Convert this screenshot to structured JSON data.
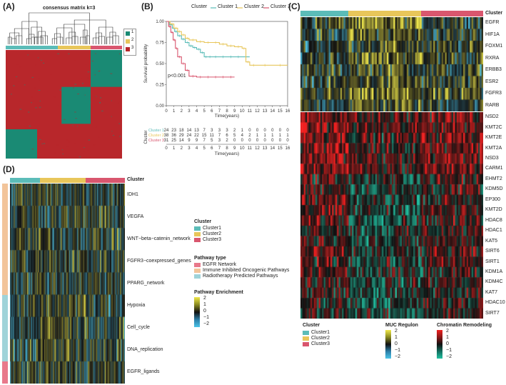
{
  "colors": {
    "cluster1": "#5bbcb8",
    "cluster2": "#e8c65a",
    "cluster3": "#d9566e",
    "consensus_red": "#b8272b",
    "consensus_teal": "#1a8a74",
    "pathway_egfr": "#e8798b",
    "pathway_immune": "#f2c49a",
    "pathway_radio": "#9fd3d9"
  },
  "panelA": {
    "label": "(A)",
    "title": "consensus matrix k=3",
    "legend": [
      "1",
      "2",
      "3"
    ]
  },
  "panelB": {
    "label": "(B)",
    "legend_title": "Cluster",
    "legend": [
      "Cluster 1",
      "Cluster 2",
      "Cluster 3"
    ],
    "ylabel": "Survival probability",
    "xlabel": "Time(years)",
    "pvalue": "p<0.001",
    "risk_ylabel": "Cluster",
    "risk_rows": [
      "Cluster 1",
      "Cluster 2",
      "Cluster 3"
    ],
    "risk_xlabel": "Time(years)"
  },
  "panelC": {
    "label": "(C)",
    "cluster_label": "Cluster",
    "muc_genes": [
      "EGFR",
      "HIF1A",
      "FOXM1",
      "RXRA",
      "ERBB3",
      "ESR2",
      "FGFR3",
      "RARB"
    ],
    "chrom_genes": [
      "NSD2",
      "KMT2C",
      "KMT2E",
      "KMT2A",
      "NSD3",
      "CARM1",
      "EHMT2",
      "KDM5D",
      "EP300",
      "KMT2D",
      "HDAC8",
      "HDAC1",
      "KAT5",
      "SIRT6",
      "SIRT1",
      "KDM1A",
      "KDM4C",
      "KAT7",
      "HDAC10",
      "SIRT7"
    ],
    "legend_cluster_title": "Cluster",
    "legend_cluster": [
      "Cluster1",
      "Cluster2",
      "Cluster3"
    ],
    "legend_muc_title": "MUC Regulon",
    "legend_muc_ticks": [
      "2",
      "1",
      "0",
      "−1",
      "−2"
    ],
    "legend_chrom_title": "Chromatin Remodeling",
    "legend_chrom_ticks": [
      "2",
      "1",
      "0",
      "−1",
      "−2"
    ]
  },
  "panelD": {
    "label": "(D)",
    "cluster_label": "Cluster",
    "pathways": [
      "IDH1",
      "VEGFA",
      "WNT−beta−catenin_network",
      "FGFR3−coexpressed_genes",
      "PPARG_network",
      "Hypoxia",
      "Cell_cycle",
      "DNA_replication",
      "EGFR_ligands"
    ],
    "pathway_types": [
      "immune",
      "immune",
      "immune",
      "immune",
      "immune",
      "radio",
      "radio",
      "radio",
      "egfr"
    ],
    "legend_cluster_title": "Cluster",
    "legend_cluster": [
      "Cluster1",
      "Cluster2",
      "Cluster3"
    ],
    "legend_type_title": "Pathway type",
    "legend_type": [
      "EGFR Network",
      "Immune Inhibited Oncogenic Pathways",
      "Radiotherapy Predicted Pathways"
    ],
    "legend_enrich_title": "Pathway Enrichment",
    "legend_enrich_ticks": [
      "2",
      "1",
      "0",
      "−1",
      "−2"
    ]
  },
  "chart_data": [
    {
      "type": "line",
      "subtype": "kaplan-meier",
      "xlabel": "Time(years)",
      "ylabel": "Survival probability",
      "xlim": [
        0,
        16
      ],
      "ylim": [
        0,
        1
      ],
      "x_ticks": [
        0,
        1,
        2,
        3,
        4,
        5,
        6,
        7,
        8,
        9,
        10,
        11,
        12,
        13,
        14,
        15,
        16
      ],
      "y_ticks": [
        "0.00",
        "0.25",
        "0.50",
        "0.75",
        "1.00"
      ],
      "annotation": "p<0.001",
      "legend_position": "top",
      "series": [
        {
          "name": "Cluster 1",
          "color": "#5bbcb8",
          "x": [
            0,
            0.4,
            0.8,
            1.1,
            1.5,
            2.0,
            2.5,
            3.0,
            3.5,
            4.0,
            4.5,
            5.0,
            5.5,
            6.0,
            7.0,
            8.0,
            9.0,
            10.0,
            11.0
          ],
          "y": [
            1.0,
            0.96,
            0.92,
            0.88,
            0.83,
            0.79,
            0.75,
            0.71,
            0.69,
            0.67,
            0.63,
            0.58,
            0.58,
            0.58,
            0.58,
            0.58,
            0.58,
            0.58,
            0.58
          ]
        },
        {
          "name": "Cluster 2",
          "color": "#e8c65a",
          "x": [
            0,
            0.5,
            1.0,
            1.5,
            2.0,
            2.5,
            3.0,
            4.0,
            5.0,
            6.0,
            7.0,
            8.0,
            9.0,
            10.0,
            10.5,
            11.0,
            12.0,
            14.0,
            16.0
          ],
          "y": [
            1.0,
            0.97,
            0.92,
            0.88,
            0.84,
            0.8,
            0.78,
            0.76,
            0.75,
            0.75,
            0.73,
            0.71,
            0.7,
            0.68,
            0.52,
            0.48,
            0.48,
            0.48,
            0.48
          ]
        },
        {
          "name": "Cluster 3",
          "color": "#d9566e",
          "x": [
            0,
            0.3,
            0.6,
            0.9,
            1.2,
            1.5,
            2.0,
            2.5,
            3.0,
            4.0,
            5.0,
            6.0,
            7.0,
            8.0,
            9.0
          ],
          "y": [
            1.0,
            0.94,
            0.87,
            0.78,
            0.68,
            0.58,
            0.5,
            0.42,
            0.35,
            0.34,
            0.34,
            0.34,
            0.34,
            0.34,
            0.34
          ]
        }
      ]
    },
    {
      "type": "table",
      "title": "",
      "row_label": "Cluster",
      "xlabel": "Time(years)",
      "columns": [
        0,
        1,
        2,
        3,
        4,
        5,
        6,
        7,
        8,
        9,
        10,
        11,
        12,
        13,
        14,
        15,
        16
      ],
      "rows": [
        {
          "name": "Cluster 1",
          "values": [
            24,
            23,
            18,
            14,
            13,
            7,
            3,
            3,
            3,
            2,
            1,
            0,
            0,
            0,
            0,
            0,
            0
          ]
        },
        {
          "name": "Cluster 2",
          "values": [
            38,
            36,
            29,
            24,
            22,
            15,
            11,
            7,
            6,
            5,
            4,
            2,
            1,
            1,
            1,
            1,
            1
          ]
        },
        {
          "name": "Cluster 3",
          "values": [
            31,
            25,
            14,
            9,
            9,
            7,
            5,
            3,
            2,
            0,
            0,
            0,
            0,
            0,
            0,
            0,
            0
          ]
        }
      ]
    }
  ]
}
